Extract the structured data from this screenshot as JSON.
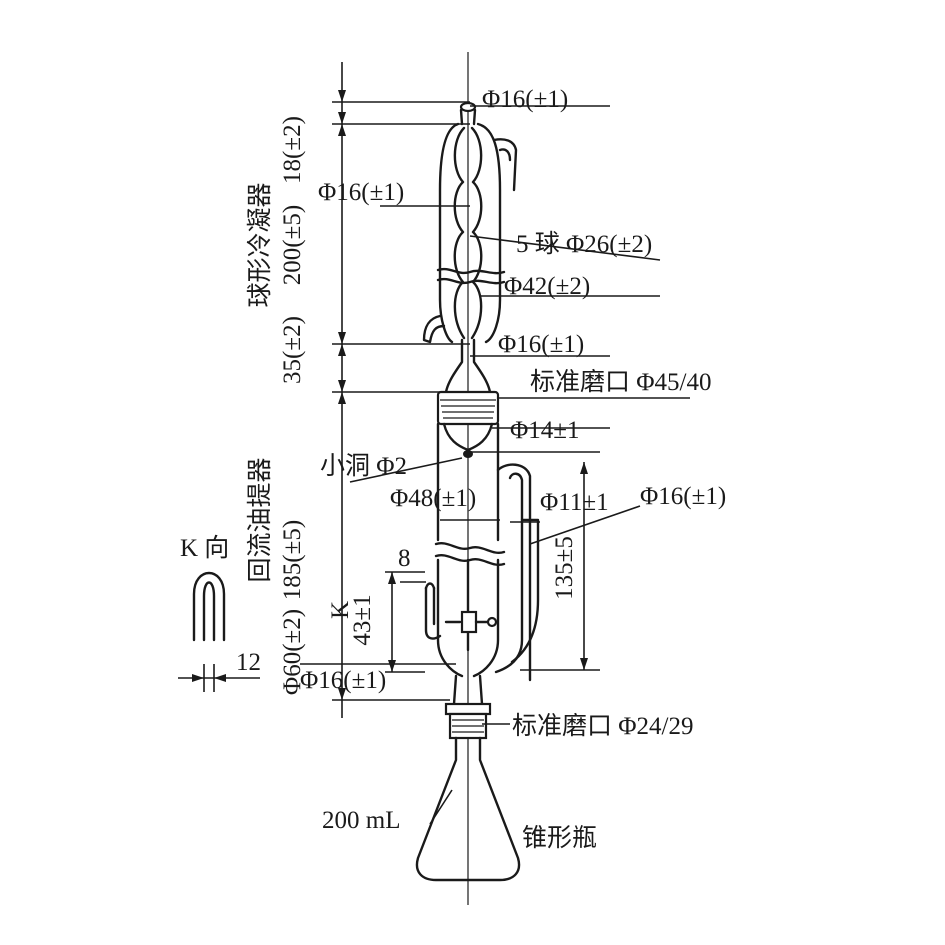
{
  "labels": {
    "phi16_top": "Φ16(±1)",
    "dim_18": "18(±2)",
    "phi16_left": "Φ16(±1)",
    "condenser_name": "球形冷凝器",
    "dim_200": "200(±5)",
    "five_balls": "5 球 Φ26(±2)",
    "phi42": "Φ42(±2)",
    "dim_35": "35(±2)",
    "phi16_mid": "Φ16(±1)",
    "joint_45": "标准磨口 Φ45/40",
    "phi14": "Φ14±1",
    "small_hole": "小洞 Φ2",
    "extractor_name": "回流油提器",
    "dim_185": "185(±5)",
    "phi48": "Φ48(±1)",
    "phi11": "Φ11±1",
    "phi16_right": "Φ16(±1)",
    "k_view": "K 向",
    "dim_8": "8",
    "dim_43": "43±1",
    "k_marker": "K",
    "dim_135": "135±5",
    "dim_12": "12",
    "phi60": "Φ60(±2)",
    "phi16_bottom": "Φ16(±1)",
    "joint_24": "标准磨口 Φ24/29",
    "volume": "200 mL",
    "flask_name": "锥形瓶"
  }
}
